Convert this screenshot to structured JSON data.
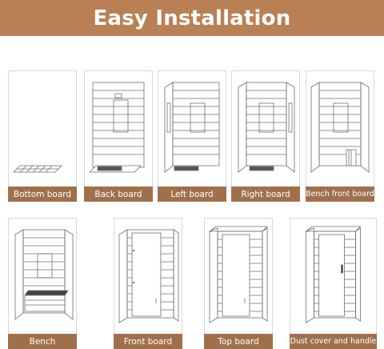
{
  "header": {
    "title": "Easy Installation"
  },
  "steps": [
    {
      "label": "Bottom board"
    },
    {
      "label": "Back board"
    },
    {
      "label": "Left board"
    },
    {
      "label": "Right board"
    },
    {
      "label": "Bench front board"
    },
    {
      "label": "Bench"
    },
    {
      "label": "Front board"
    },
    {
      "label": "Top board"
    },
    {
      "label": "Dust cover and handle"
    }
  ],
  "colors": {
    "banner": "#b98055",
    "label": "#a0704d",
    "text": "#ffffff"
  }
}
